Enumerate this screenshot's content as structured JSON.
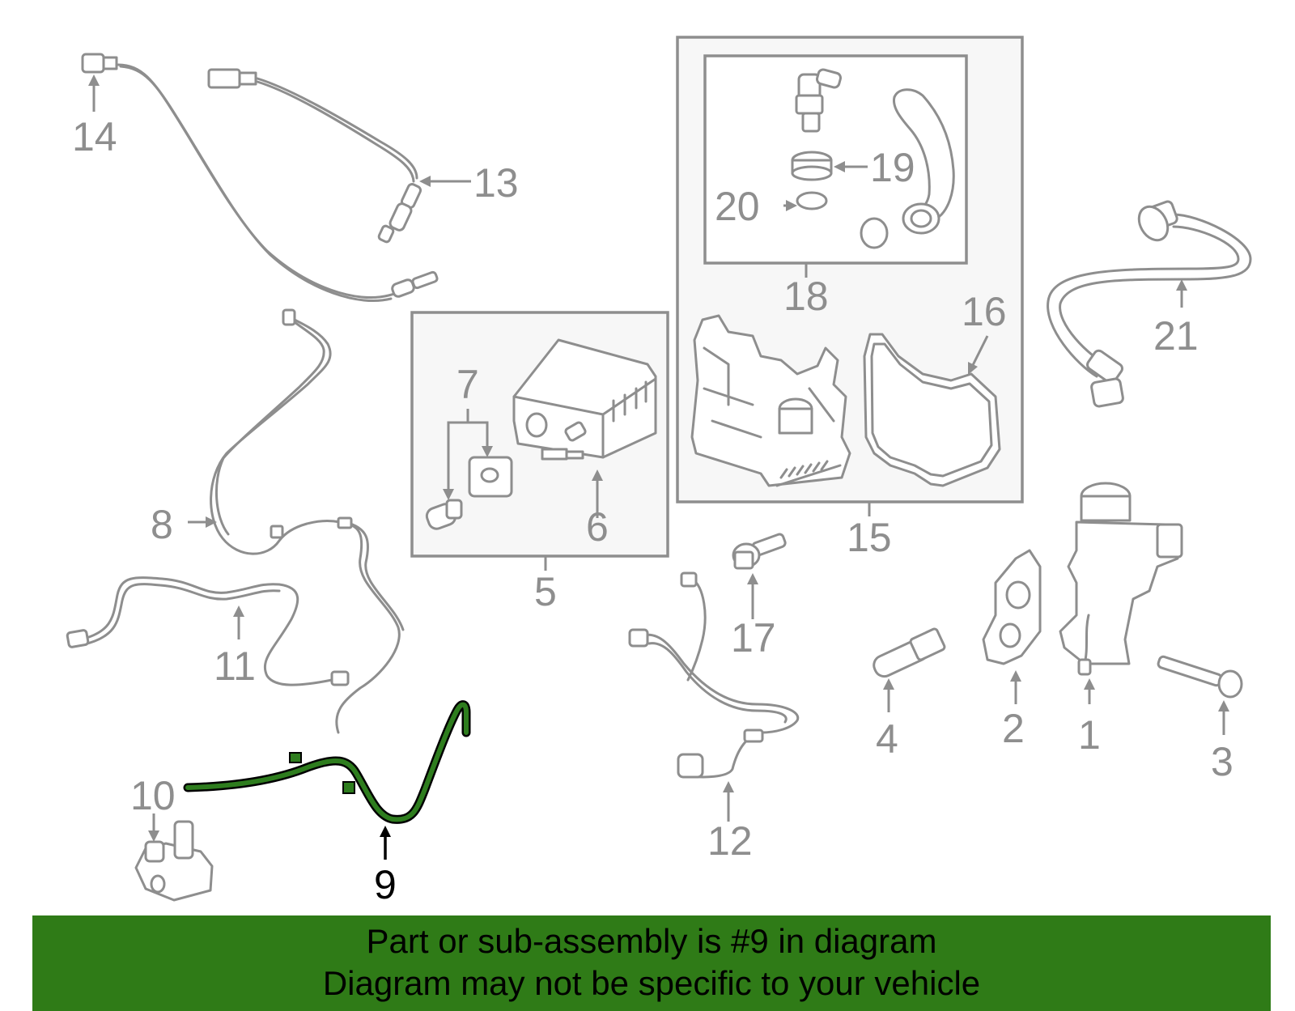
{
  "diagram": {
    "callouts": [
      "1",
      "2",
      "3",
      "4",
      "5",
      "6",
      "7",
      "8",
      "9",
      "10",
      "11",
      "12",
      "13",
      "14",
      "15",
      "16",
      "17",
      "18",
      "19",
      "20",
      "21"
    ],
    "highlighted_callout": "9",
    "colors": {
      "highlight": "#2e7d1e",
      "part_stroke": "#8e8e8e",
      "banner": "#2f7b17"
    }
  },
  "banner": {
    "line1": "Part or sub-assembly is #9 in diagram",
    "line2": "Diagram may not be specific to your vehicle"
  }
}
